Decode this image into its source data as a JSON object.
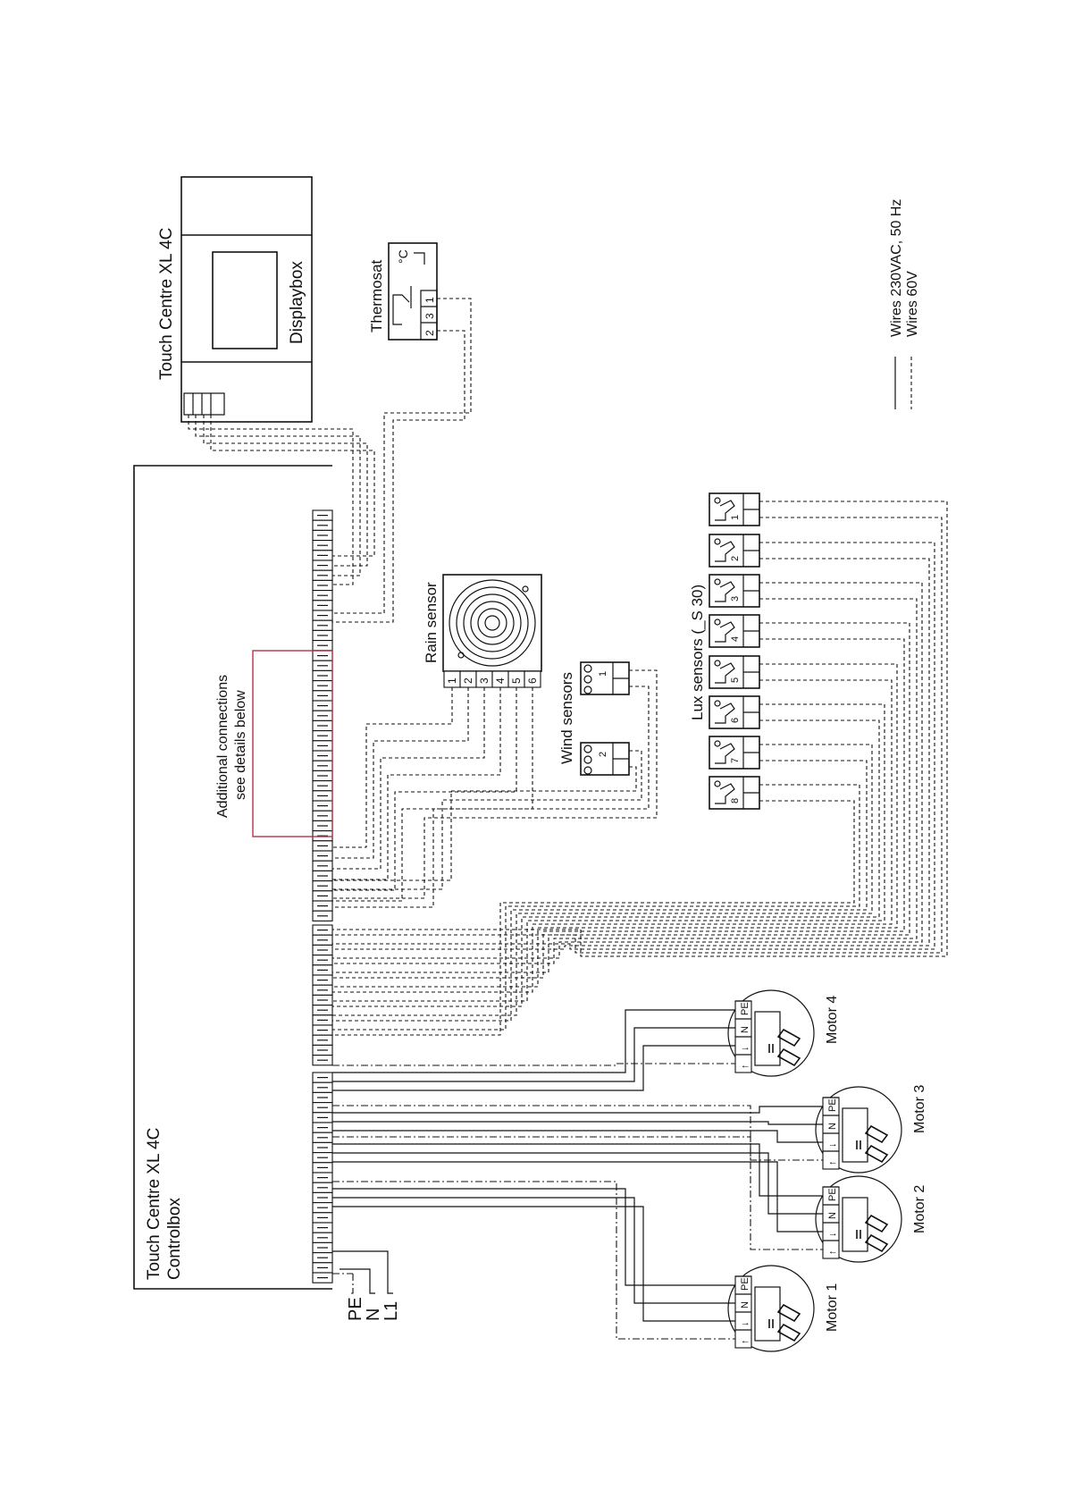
{
  "title_displaybox": "Touch Centre XL 4C",
  "label_displaybox": "Displaybox",
  "title_controlbox_1": "Touch Centre XL 4C",
  "title_controlbox_2": "Controlbox",
  "thermostat": {
    "label": "Thermosat",
    "unit": "°C",
    "terminals": [
      "2",
      "3",
      "1"
    ]
  },
  "additional_1": "Additional connections",
  "additional_2": "see details below",
  "rain_sensor": {
    "label": "Rain sensor",
    "terminals": [
      "1",
      "2",
      "3",
      "4",
      "5",
      "6"
    ]
  },
  "wind_sensors": {
    "label": "Wind sensors",
    "units": [
      "1",
      "2"
    ]
  },
  "lux_sensors": {
    "label": "Lux sensors (_S 30)",
    "units": [
      "1",
      "2",
      "3",
      "4",
      "5",
      "6",
      "7",
      "8"
    ]
  },
  "motors": [
    {
      "label": "Motor 1",
      "terminals": [
        "↑",
        "↓",
        "N",
        "PE"
      ]
    },
    {
      "label": "Motor 2",
      "terminals": [
        "↑",
        "↓",
        "N",
        "PE"
      ]
    },
    {
      "label": "Motor 3",
      "terminals": [
        "↑",
        "↓",
        "N",
        "PE"
      ]
    },
    {
      "label": "Motor 4",
      "terminals": [
        "↑",
        "↓",
        "N",
        "PE"
      ]
    }
  ],
  "supply": [
    "PE",
    "N",
    "L1"
  ],
  "legend": {
    "solid": "Wires 230VAC, 50 Hz",
    "dashed": "Wires 60V"
  }
}
